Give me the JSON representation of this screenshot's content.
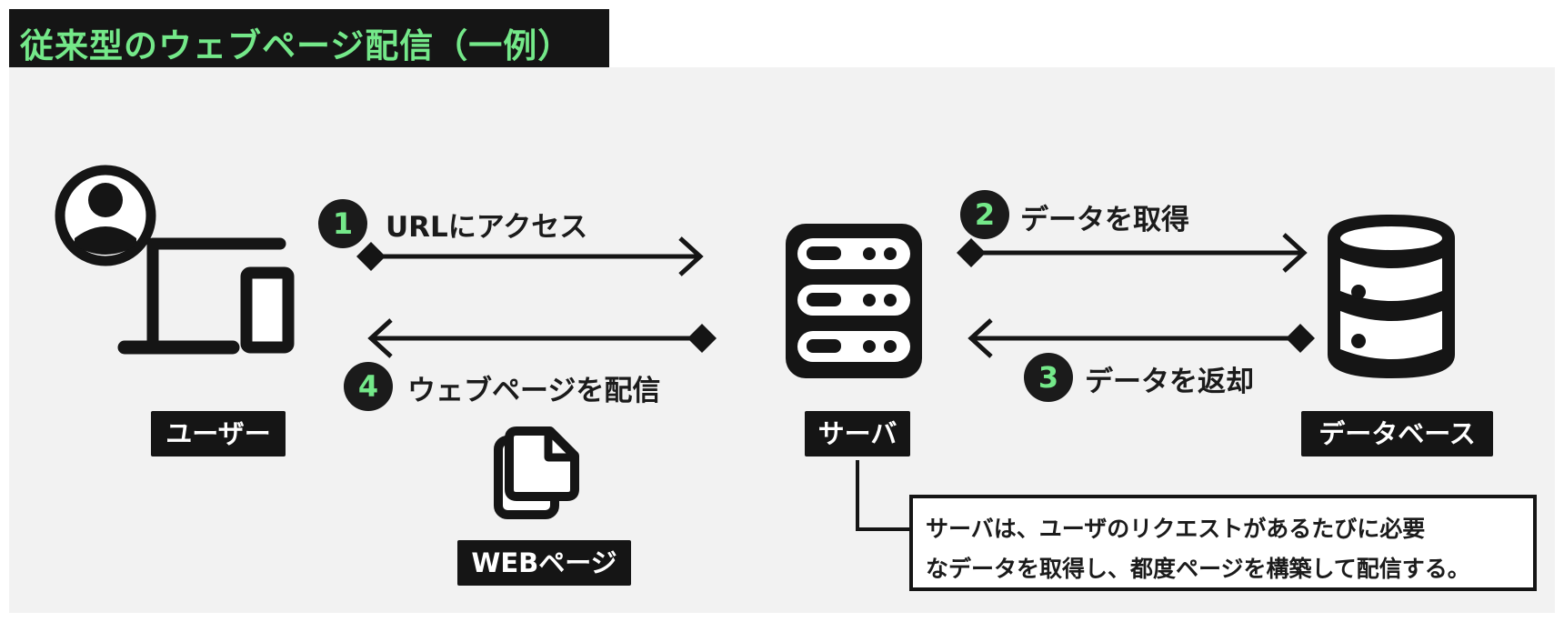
{
  "title": "従来型のウェブページ配信（一例）",
  "nodes": {
    "user": {
      "label": "ユーザー",
      "icon": "user-devices-icon"
    },
    "server": {
      "label": "サーバ",
      "icon": "server-icon"
    },
    "database": {
      "label": "データベース",
      "icon": "database-icon"
    },
    "webpage": {
      "label": "WEBページ",
      "icon": "documents-icon"
    }
  },
  "steps": [
    {
      "number": "1",
      "text": "URLにアクセス"
    },
    {
      "number": "2",
      "text": "データを取得"
    },
    {
      "number": "3",
      "text": "データを返却"
    },
    {
      "number": "4",
      "text": "ウェブページを配信"
    }
  ],
  "note": {
    "line1": "サーバは、ユーザのリクエストがあるたびに必要",
    "line2": "なデータを取得し、都度ページを構築して配信する。"
  },
  "colors": {
    "accent": "#74e889",
    "dark": "#151515",
    "panel": "#f2f2f2"
  }
}
